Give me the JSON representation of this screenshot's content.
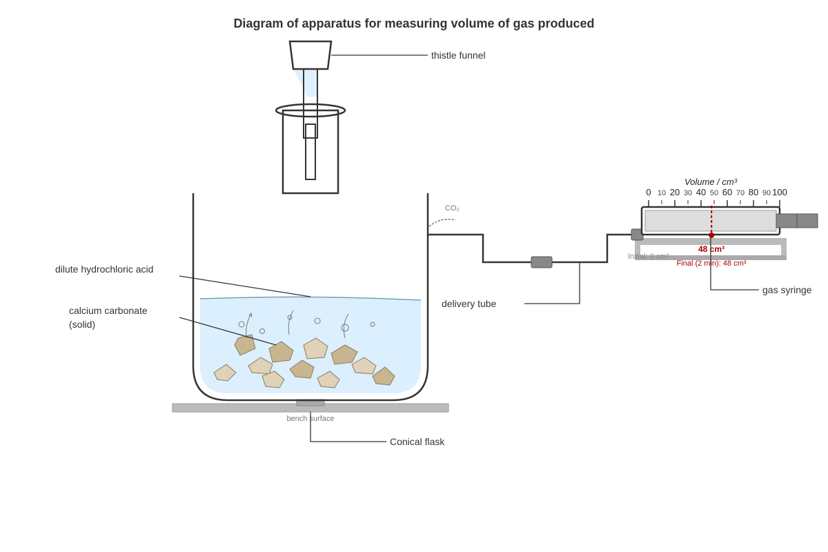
{
  "title": "Diagram of apparatus for measuring volume of gas produced",
  "labels": {
    "thistle_funnel": "thistle funnel",
    "acid": "dilute hydrochloric acid",
    "carbonate_line1": "calcium carbonate",
    "carbonate_line2": "(solid)",
    "delivery_tube": "delivery tube",
    "gas_syringe": "gas syringe",
    "conical_flask": "Conical flask",
    "bench": "bench surface",
    "co2": "CO₂"
  },
  "syringe_scale": {
    "axis_title": "Volume / cm³",
    "major_ticks": [
      "0",
      "20",
      "40",
      "60",
      "80",
      "100"
    ],
    "minor_ticks": [
      "10",
      "30",
      "50",
      "70",
      "90"
    ],
    "min": 0,
    "max": 100,
    "current_volume": 48,
    "current_label": "48 cm³",
    "initial_label": "Initial: 0 cm³",
    "final_label": "Final (2 min): 48 cm³"
  },
  "colors": {
    "acid": "#dcefff",
    "solid_light": "#e0d2b8",
    "solid_dark": "#c8b690",
    "reading": "#aa0000",
    "plunger": "#888888",
    "bench": "#bbbbbb"
  }
}
